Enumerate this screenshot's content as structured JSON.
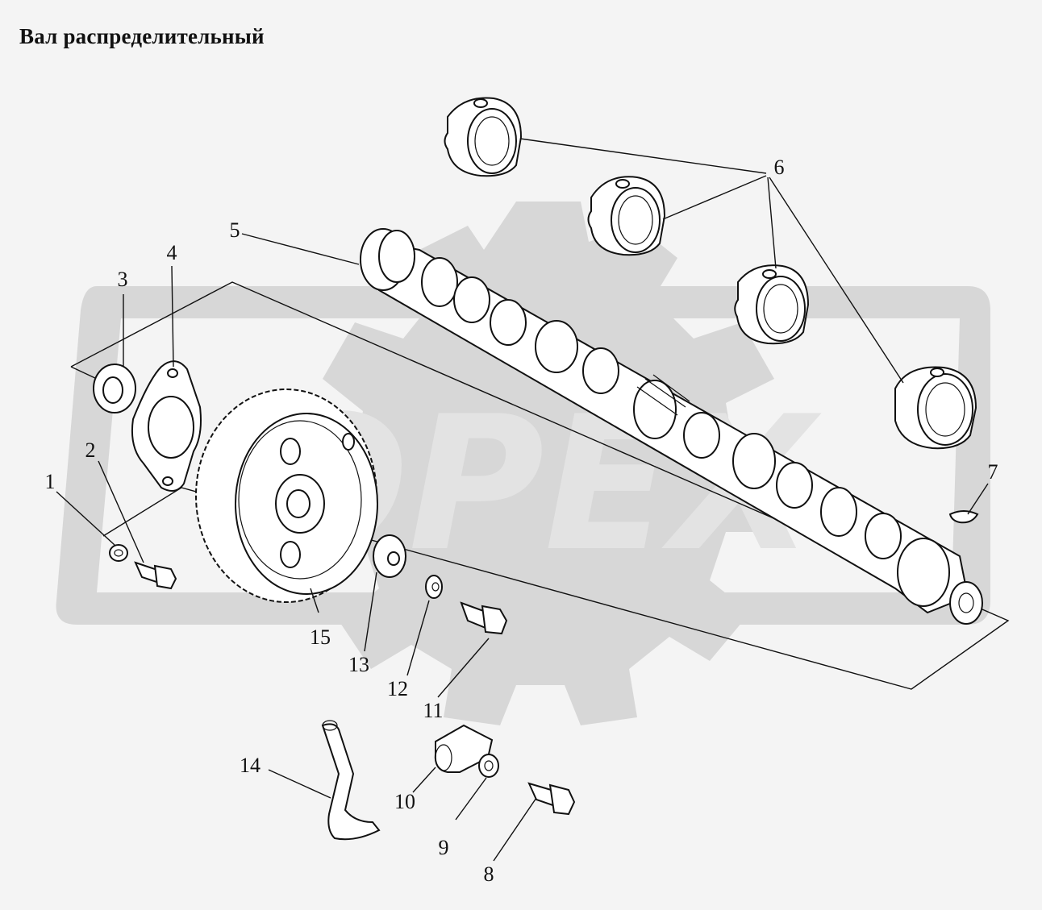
{
  "title": "Вал распределительный",
  "watermark": "OPEX",
  "callouts": [
    {
      "id": "1",
      "text": "1"
    },
    {
      "id": "2",
      "text": "2"
    },
    {
      "id": "3",
      "text": "3"
    },
    {
      "id": "4",
      "text": "4"
    },
    {
      "id": "5",
      "text": "5"
    },
    {
      "id": "6",
      "text": "6"
    },
    {
      "id": "7",
      "text": "7"
    },
    {
      "id": "8",
      "text": "8"
    },
    {
      "id": "9",
      "text": "9"
    },
    {
      "id": "10",
      "text": "10"
    },
    {
      "id": "11",
      "text": "11"
    },
    {
      "id": "12",
      "text": "12"
    },
    {
      "id": "13",
      "text": "13"
    },
    {
      "id": "14",
      "text": "14"
    },
    {
      "id": "15",
      "text": "15"
    }
  ],
  "colors": {
    "background": "#f4f4f4",
    "watermark": "#d7d7d7",
    "ink": "#111111"
  }
}
